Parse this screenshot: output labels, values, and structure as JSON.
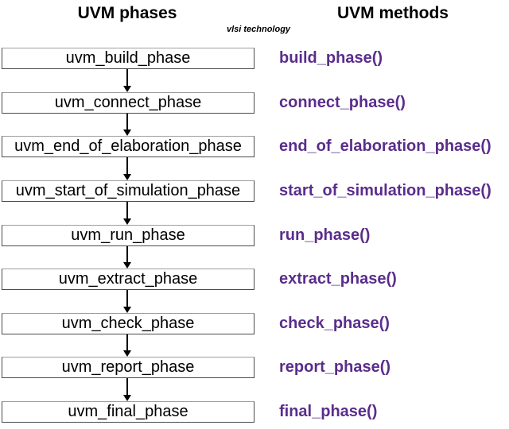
{
  "header": {
    "phases_title": "UVM phases",
    "methods_title": "UVM methods",
    "subtitle": "vlsi technology"
  },
  "colors": {
    "background": "#ffffff",
    "title_text": "#000000",
    "box_text": "#000000",
    "box_border": "#4b4b4b",
    "arrow": "#000000",
    "method_text": "#5a2d8c"
  },
  "flow": {
    "rows": [
      {
        "phase": "uvm_build_phase",
        "method": "build_phase()"
      },
      {
        "phase": "uvm_connect_phase",
        "method": "connect_phase()"
      },
      {
        "phase": "uvm_end_of_elaboration_phase",
        "method": "end_of_elaboration_phase()"
      },
      {
        "phase": "uvm_start_of_simulation_phase",
        "method": "start_of_simulation_phase()"
      },
      {
        "phase": "uvm_run_phase",
        "method": "run_phase()"
      },
      {
        "phase": "uvm_extract_phase",
        "method": "extract_phase()"
      },
      {
        "phase": "uvm_check_phase",
        "method": "check_phase()"
      },
      {
        "phase": "uvm_report_phase",
        "method": "report_phase()"
      },
      {
        "phase": "uvm_final_phase",
        "method": "final_phase()"
      }
    ]
  }
}
